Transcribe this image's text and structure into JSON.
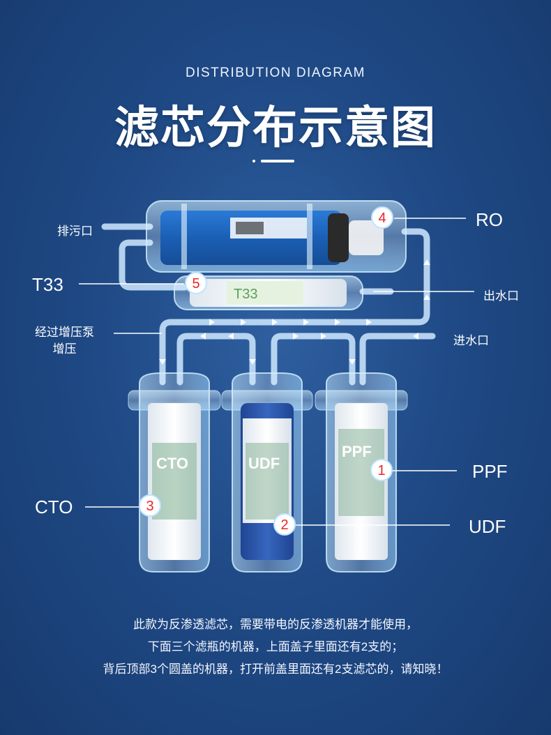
{
  "header": {
    "subtitle": "DISTRIBUTION DIAGRAM",
    "title": "滤芯分布示意图"
  },
  "labels": {
    "drain": "排污口",
    "ro": "RO",
    "t33": "T33",
    "outlet": "出水口",
    "pump_line1": "经过增压泵",
    "pump_line2": "增压",
    "inlet": "进水口",
    "ppf": "PPF",
    "cto": "CTO",
    "udf": "UDF"
  },
  "badges": {
    "b1": "1",
    "b2": "2",
    "b3": "3",
    "b4": "4",
    "b5": "5"
  },
  "description": [
    "此款为反渗透滤芯，需要带电的反渗透机器才能使用，",
    "下面三个滤瓶的机器，上面盖子里面还有2支的；",
    "背后顶部3个圆盖的机器，打开前盖里面还有2支滤芯的，请知晓！"
  ],
  "colors": {
    "background": "#1f4a86",
    "badge": "#e8262b",
    "ro_membrane": "#1b5fb5",
    "udf_core": "#2a55a8"
  }
}
